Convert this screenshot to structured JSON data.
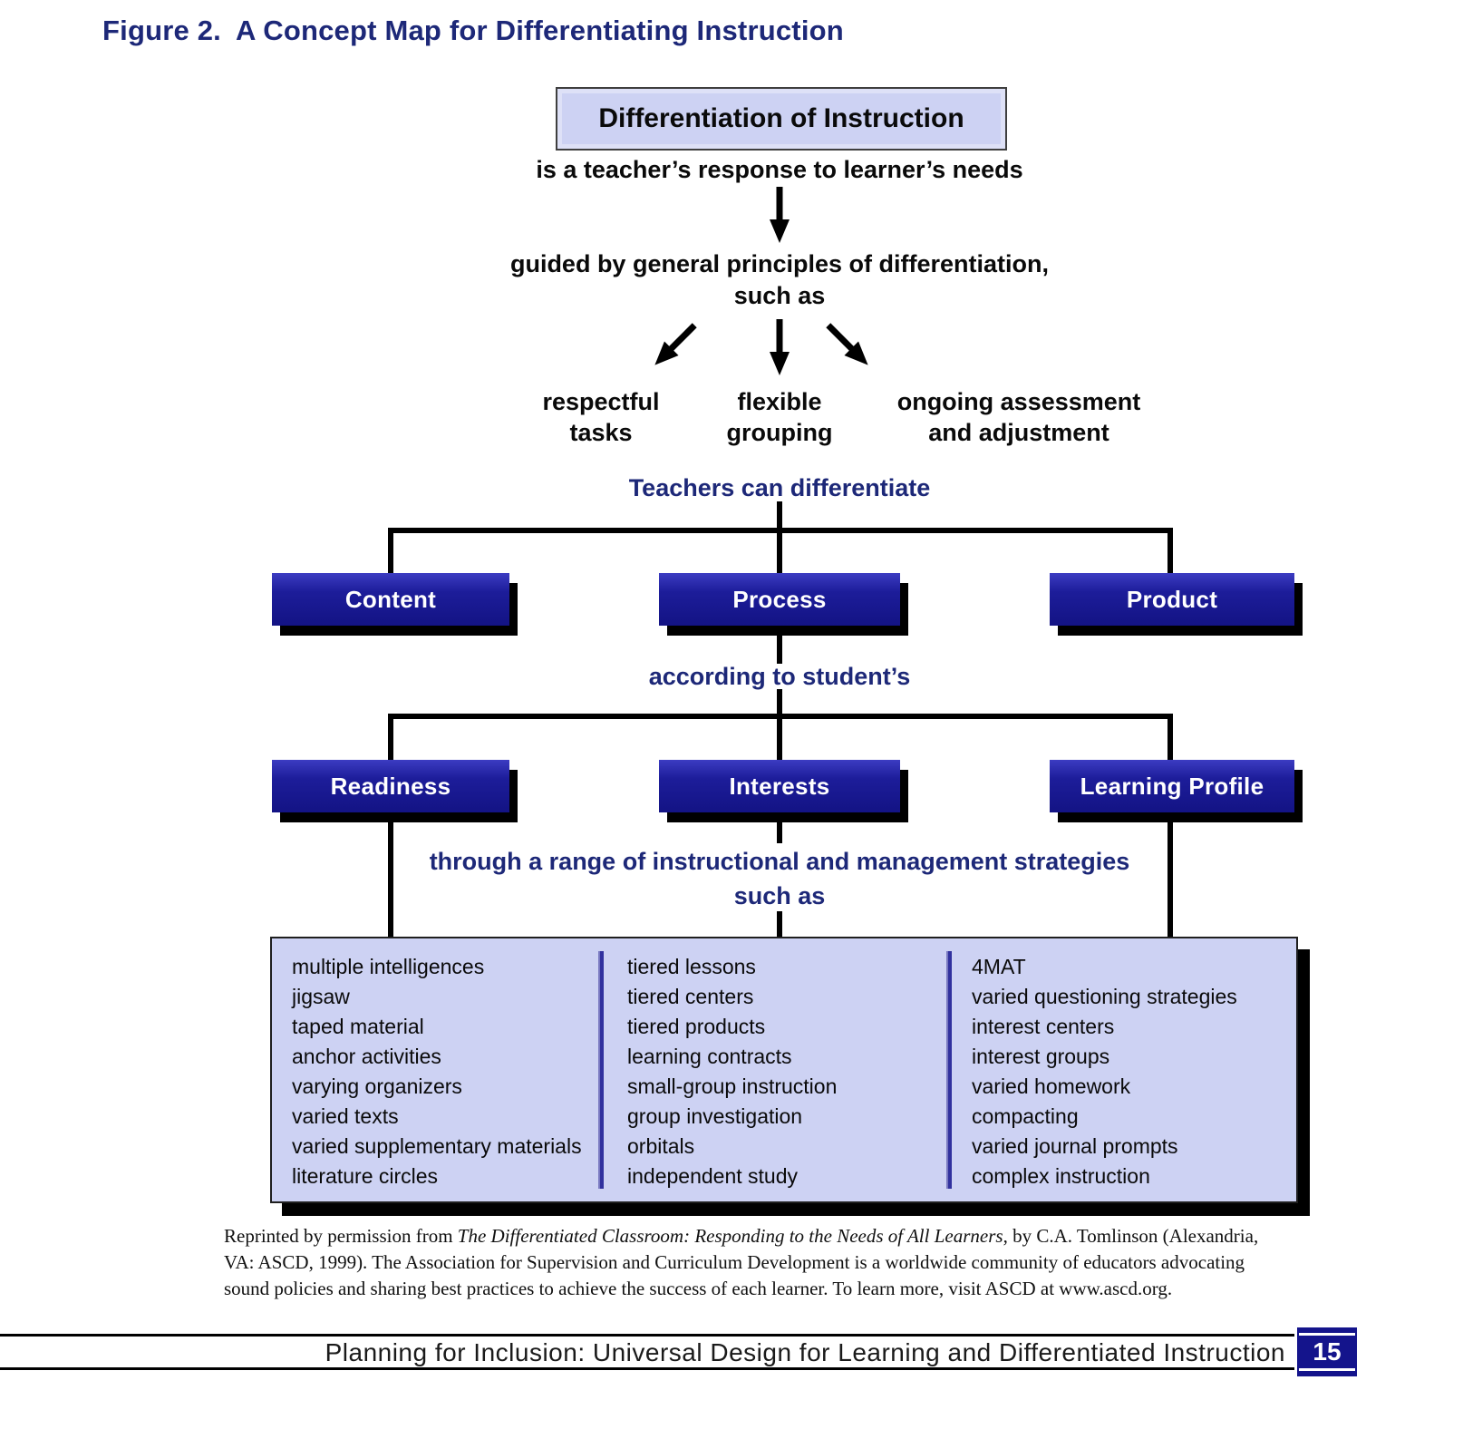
{
  "page": {
    "figure_label": "Figure 2.",
    "figure_title": "A Concept Map for Differentiating Instruction"
  },
  "map": {
    "root_label": "Differentiation of Instruction",
    "statement1": "is a teacher’s response to learner’s needs",
    "guided_line1": "guided by general principles of differentiation,",
    "guided_line2": "such as",
    "principles": [
      {
        "line1": "respectful",
        "line2": "tasks"
      },
      {
        "line1": "flexible",
        "line2": "grouping"
      },
      {
        "line1": "ongoing assessment",
        "line2": "and adjustment"
      }
    ],
    "teachers_heading": "Teachers can differentiate",
    "categories": [
      "Content",
      "Process",
      "Product"
    ],
    "according_heading": "according to student’s",
    "traits": [
      "Readiness",
      "Interests",
      "Learning Profile"
    ],
    "strategies_line1": "through a range of instructional and management strategies",
    "strategies_line2": "such as",
    "strategy_columns": [
      [
        "multiple intelligences",
        "jigsaw",
        "taped material",
        "anchor activities",
        "varying organizers",
        "varied texts",
        "varied supplementary materials",
        "literature circles"
      ],
      [
        "tiered lessons",
        "tiered centers",
        "tiered products",
        "learning contracts",
        "small-group instruction",
        "group investigation",
        "orbitals",
        "independent study"
      ],
      [
        "4MAT",
        "varied questioning strategies",
        "interest centers",
        "interest groups",
        "varied homework",
        "compacting",
        "varied journal prompts",
        "complex instruction"
      ]
    ]
  },
  "attribution": {
    "line1_pre": "Reprinted by permission from ",
    "line1_italic": "The Differentiated Classroom: Responding to the Needs of All Learners",
    "line1_post": ", by C.A. Tomlinson (Alexandria,",
    "line2": "VA: ASCD, 1999). The Association for Supervision and Curriculum Development is a worldwide community of educators advocating",
    "line3": "sound policies and sharing best practices to achieve the success of each learner. To learn more, visit ASCD at www.ascd.org."
  },
  "footer": {
    "title": "Planning for Inclusion: Universal Design for Learning and Differentiated Instruction",
    "page_number": "15"
  },
  "colors": {
    "navy_box": "#1a1a94",
    "light_box": "#cdd2f3",
    "heading_navy": "#1d2878",
    "separator_blue": "#31319e",
    "line_black": "#000000"
  }
}
